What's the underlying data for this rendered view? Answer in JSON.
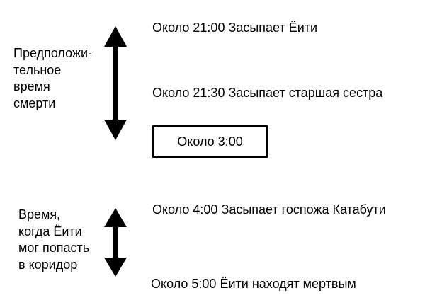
{
  "page": {
    "background_color": "#ffffff",
    "ink_color": "#000000"
  },
  "diagram": {
    "sections": [
      {
        "annotation": "Предположи-\nтельное\nвремя\nсмерти",
        "arrow_icon": "double-vertical-arrow"
      },
      {
        "annotation": "Время,\nкогда Ёити\nмог попасть\nв коридор",
        "arrow_icon": "double-vertical-arrow"
      }
    ],
    "events": [
      "Около 21:00 Засыпает Ёити",
      "Около 21:30 Засыпает старшая сестра",
      "Около 3:00",
      "Около 4:00 Засыпает госпожа Катабути",
      "Около 5:00 Ёити находят мертвым"
    ]
  }
}
